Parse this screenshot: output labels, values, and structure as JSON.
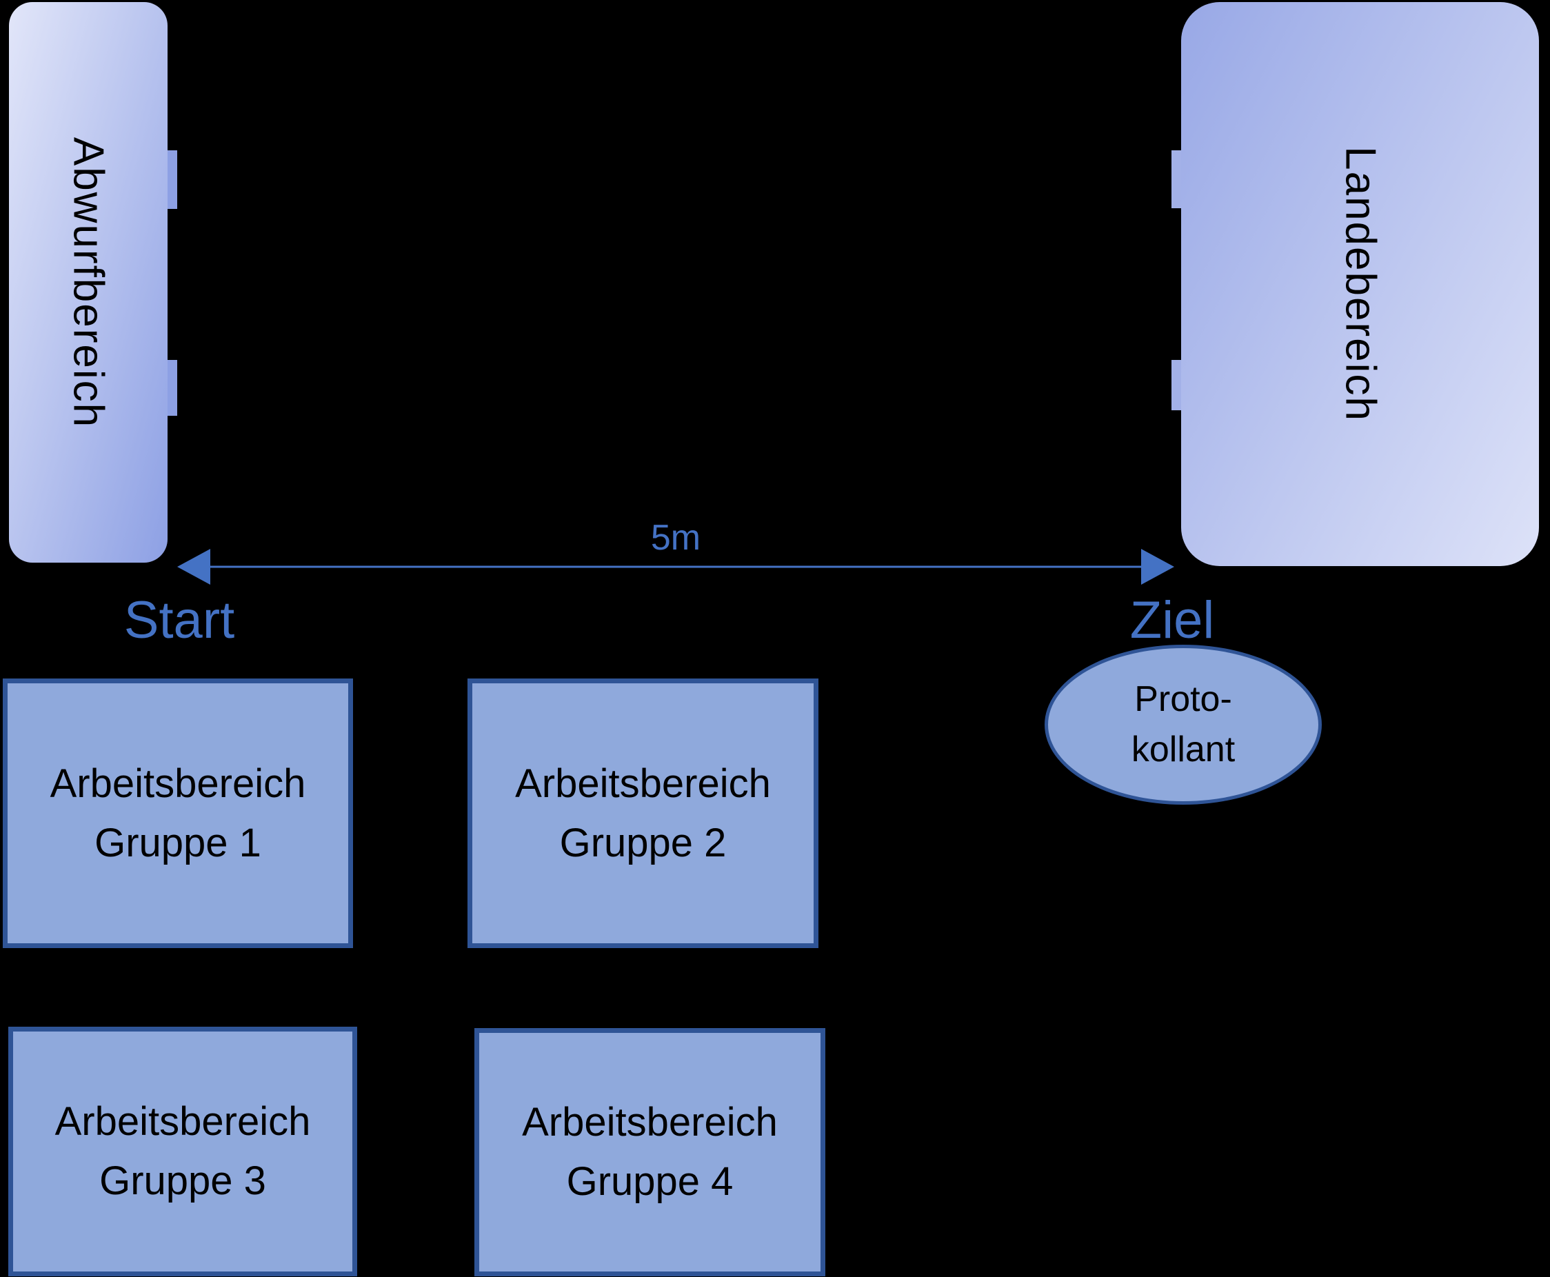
{
  "colors": {
    "background": "#000000",
    "accent": "#4472c4",
    "shape-fill": "#8fa9dc",
    "shape-stroke": "#2f5496",
    "zone-text": "#000000",
    "left-grad-start": "#e2e6f9",
    "left-grad-end": "#8da0e4",
    "right-grad-start": "#98a8e6",
    "right-grad-end": "#dde2f8",
    "left-notch": "#8da0e4",
    "right-notch": "#a3b1e8"
  },
  "zones": {
    "throw_zone": {
      "label": "Abwurfbereich"
    },
    "landing_zone": {
      "label": "Landebereich"
    }
  },
  "distance": {
    "label": "5m",
    "start_label": "Start",
    "end_label": "Ziel"
  },
  "recorder": {
    "line1": "Proto-",
    "line2": "kollant"
  },
  "work_areas": [
    {
      "line1": "Arbeitsbereich",
      "line2": "Gruppe 1"
    },
    {
      "line1": "Arbeitsbereich",
      "line2": "Gruppe 2"
    },
    {
      "line1": "Arbeitsbereich",
      "line2": "Gruppe 3"
    },
    {
      "line1": "Arbeitsbereich",
      "line2": "Gruppe 4"
    }
  ]
}
